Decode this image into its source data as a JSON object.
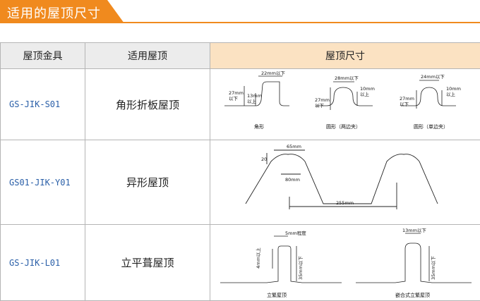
{
  "banner": {
    "title": "适用的屋顶尺寸"
  },
  "table": {
    "headers": [
      "屋顶金具",
      "适用屋顶",
      "屋顶尺寸"
    ],
    "rows": [
      {
        "code": "GS-JIK-S01",
        "roof": "角形折板屋顶"
      },
      {
        "code": "GS01-JIK-Y01",
        "roof": "异形屋顶"
      },
      {
        "code": "GS-JIK-L01",
        "roof": "立平葺屋顶"
      }
    ]
  },
  "figures": {
    "f1": {
      "a": {
        "top": "22mm以下",
        "side1": "27mm",
        "side2": "以下",
        "inner1": "13mm",
        "inner2": "以上",
        "caption": "角形"
      },
      "b": {
        "top": "28mm以下",
        "r1": "10mm",
        "r2": "以上",
        "l1": "27mm",
        "l2": "以下",
        "caption": "圆形（两边夹）"
      },
      "c": {
        "top": "24mm以下",
        "r1": "10mm",
        "r2": "以上",
        "l1": "27mm",
        "l2": "以下",
        "caption": "圆形（单边夹）"
      }
    },
    "f2": {
      "top": "65mm",
      "side": "20",
      "mid": "80mm",
      "bottom": "255mm"
    },
    "f3": {
      "a": {
        "top": "5mm程度",
        "v1": "4mm以上",
        "v2": "35mm以下",
        "caption": "立繁屋顶"
      },
      "b": {
        "top": "13mm以下",
        "v1": "35mm以下",
        "caption": "嵌合式立繁屋顶"
      }
    }
  }
}
